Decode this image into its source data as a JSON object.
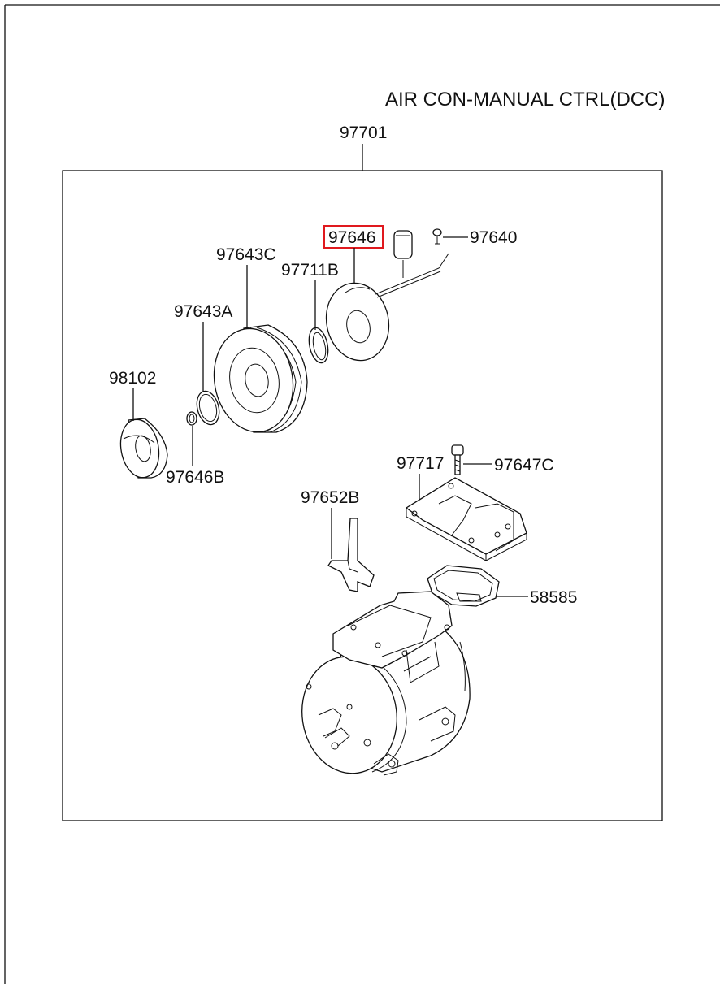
{
  "title": "AIR CON-MANUAL CTRL(DCC)",
  "assembly_number": "97701",
  "highlight_color": "#e0191e",
  "parts": {
    "p97646": "97646",
    "p97640": "97640",
    "p97643C": "97643C",
    "p97711B": "97711B",
    "p97643A": "97643A",
    "p98102": "98102",
    "p97646B": "97646B",
    "p97717": "97717",
    "p97647C": "97647C",
    "p97652B": "97652B",
    "p58585": "58585"
  },
  "highlighted_part": "97646"
}
